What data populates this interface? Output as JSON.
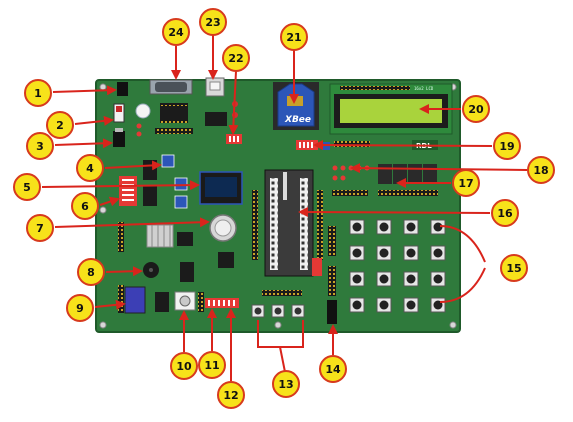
{
  "board": {
    "module_label": "XBee",
    "brand_label": "RDL",
    "lcd_header": "16x2 LCD"
  },
  "callouts": [
    {
      "number": "1"
    },
    {
      "number": "2"
    },
    {
      "number": "3"
    },
    {
      "number": "4"
    },
    {
      "number": "5"
    },
    {
      "number": "6"
    },
    {
      "number": "7"
    },
    {
      "number": "8"
    },
    {
      "number": "9"
    },
    {
      "number": "10"
    },
    {
      "number": "11"
    },
    {
      "number": "12"
    },
    {
      "number": "13"
    },
    {
      "number": "14"
    },
    {
      "number": "15"
    },
    {
      "number": "16"
    },
    {
      "number": "17"
    },
    {
      "number": "18"
    },
    {
      "number": "19"
    },
    {
      "number": "20"
    },
    {
      "number": "21"
    },
    {
      "number": "22"
    },
    {
      "number": "23"
    },
    {
      "number": "24"
    }
  ],
  "colors": {
    "pcb": "#2f7a3c",
    "pcb_edge": "#1f5a2a",
    "callout_fill": "#f7e21a",
    "callout_stroke": "#d73a1d",
    "arrow": "#d9241c",
    "lcd_screen": "#a9d33c",
    "xbee_blue": "#2c56b8"
  }
}
